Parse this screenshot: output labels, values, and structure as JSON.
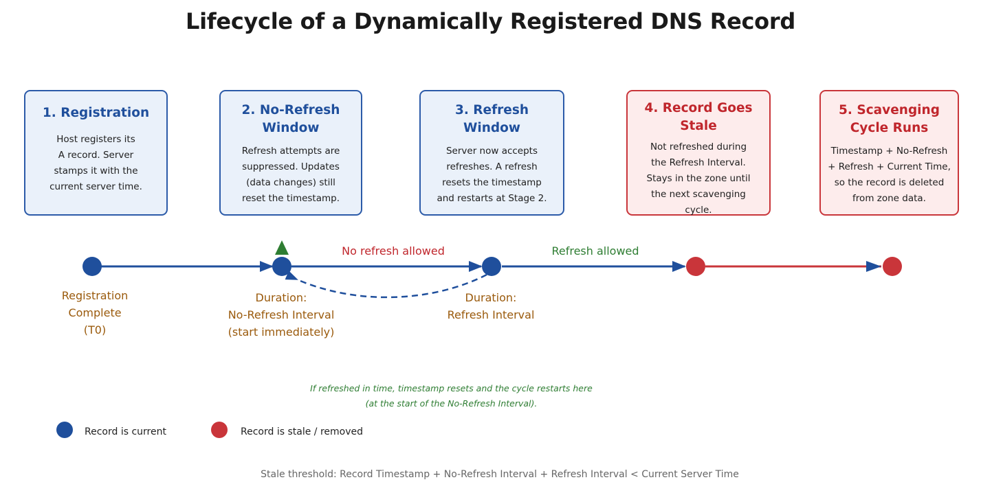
{
  "title": "Lifecycle of a Dynamically Registered DNS Record",
  "stages": [
    {
      "title": "1. Registration",
      "lines": [
        "Host registers its",
        "A record. Server",
        "stamps it with the",
        "current server time."
      ]
    },
    {
      "title_lines": [
        "2. No-Refresh",
        "Window"
      ],
      "lines": [
        "Refresh attempts are",
        "suppressed. Updates",
        "(data changes) still",
        "reset the timestamp."
      ]
    },
    {
      "title_lines": [
        "3. Refresh",
        "Window"
      ],
      "lines": [
        "Server now accepts",
        "refreshes. A refresh",
        "resets the timestamp",
        "and restarts at Stage 2."
      ]
    },
    {
      "title_lines": [
        "4. Record Goes",
        "Stale"
      ],
      "lines": [
        "Not refreshed during",
        "the Refresh Interval.",
        "Stays in the zone until",
        "the next scavenging cycle."
      ]
    },
    {
      "title_lines": [
        "5. Scavenging",
        "Cycle Runs"
      ],
      "lines": [
        "Timestamp + No-Refresh",
        "+ Refresh + Current Time,",
        "so the record is deleted",
        "from zone data."
      ]
    }
  ],
  "timeline": {
    "segment_labels": {
      "no_refresh": "No refresh allowed",
      "refresh": "Refresh allowed"
    },
    "point_labels": {
      "registration": [
        "Registration",
        "Complete",
        "(T0)"
      ],
      "no_refresh": [
        "Duration:",
        "No-Refresh Interval",
        "(start immediately)"
      ],
      "refresh": [
        "Duration:",
        "Refresh Interval"
      ]
    }
  },
  "note": [
    "If refreshed in time, timestamp resets and the cycle restarts here",
    "(at the start of the No-Refresh Interval)."
  ],
  "legend": {
    "current": "Record is current",
    "stale": "Record is stale / removed"
  },
  "footer": "Stale threshold: Record Timestamp + No-Refresh Interval + Refresh Interval < Current Server Time",
  "colors": {
    "blue": "#1f4f9c",
    "red": "#c9353a",
    "green": "#2e7d32",
    "orange_label": "#9a5a0c"
  }
}
